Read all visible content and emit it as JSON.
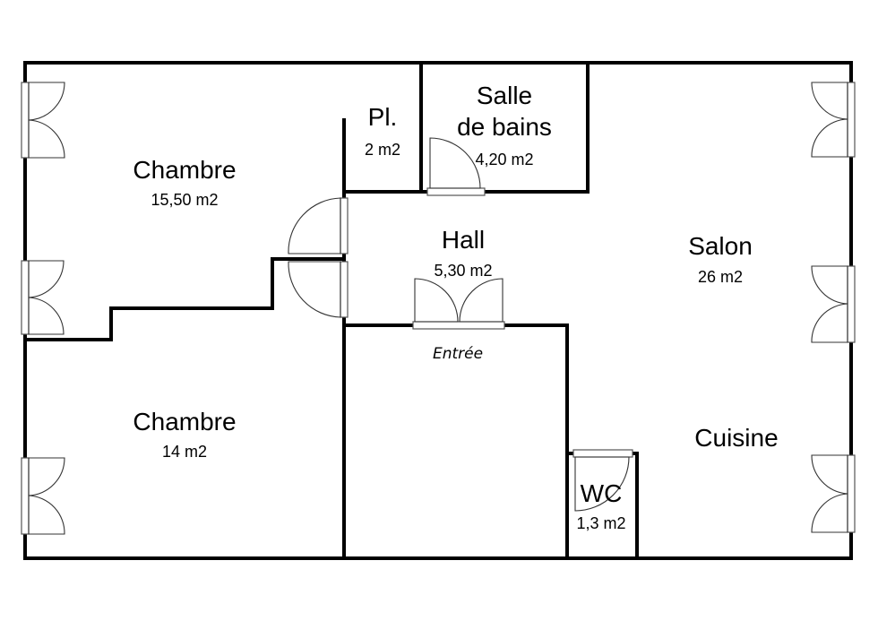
{
  "rooms": {
    "chambre1": {
      "name": "Chambre",
      "area": "15,50 m2"
    },
    "placard": {
      "name": "Pl.",
      "area": "2 m2"
    },
    "bathroom": {
      "name_line1": "Salle",
      "name_line2": "de bains",
      "area": "4,20 m2"
    },
    "hall": {
      "name": "Hall",
      "area": "5,30 m2"
    },
    "salon": {
      "name": "Salon",
      "area": "26 m2"
    },
    "chambre2": {
      "name": "Chambre",
      "area": "14 m2"
    },
    "cuisine": {
      "name": "Cuisine"
    },
    "wc": {
      "name": "WC",
      "area": "1,3 m2"
    }
  },
  "entrance_label": "Entrée"
}
